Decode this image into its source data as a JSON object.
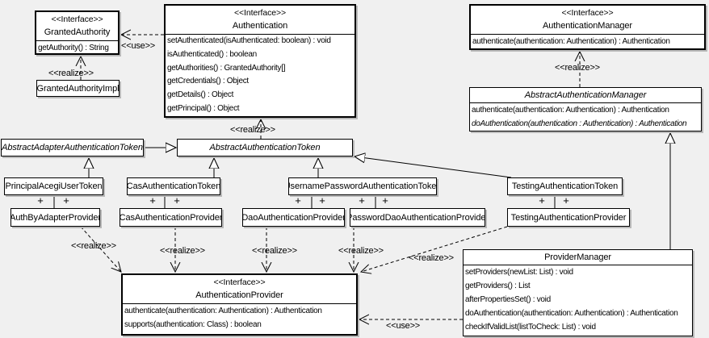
{
  "diagram": {
    "background_color": "#f0f0f0",
    "box_fill": "#ffffff",
    "line_color": "#000000",
    "edge_labels": {
      "realize": "<<realize>>",
      "use": "<<use>>",
      "plus": "+"
    },
    "classes": {
      "granted_authority": {
        "stereotype": "<<Interface>>",
        "name": "GrantedAuthority",
        "methods": [
          "getAuthority() : String"
        ]
      },
      "granted_authority_impl": {
        "name": "GrantedAuthorityImpl"
      },
      "authentication": {
        "stereotype": "<<Interface>>",
        "name": "Authentication",
        "methods": [
          "setAuthenticated(isAuthenticated: boolean) : void",
          "isAuthenticated() : boolean",
          "getAuthorities() : GrantedAuthority[]",
          "getCredentials() : Object",
          "getDetails() : Object",
          "getPrincipal() : Object"
        ]
      },
      "authentication_manager": {
        "stereotype": "<<Interface>>",
        "name": "AuthenticationManager",
        "methods": [
          "authenticate(authentication: Authentication) : Authentication"
        ]
      },
      "abstract_authentication_manager": {
        "name": "AbstractAuthenticationManager",
        "abstract": true,
        "methods": [
          "authenticate(authentication: Authentication) : Authentication",
          "doAuthentication(authentication : Authentication) : Authentication"
        ]
      },
      "abstract_adapter_authentication_token": {
        "name": "AbstractAdapterAuthenticationToken",
        "abstract": true
      },
      "abstract_authentication_token": {
        "name": "AbstractAuthenticationToken",
        "abstract": true
      },
      "principal_acegi_user_token": {
        "name": "PrincipalAcegiUserToken"
      },
      "cas_authentication_token": {
        "name": "CasAuthenticationToken"
      },
      "username_password_authentication_token": {
        "name": "UsernamePasswordAuthenticationToken"
      },
      "testing_authentication_token": {
        "name": "TestingAuthenticationToken"
      },
      "auth_by_adapter_provider": {
        "name": "AuthByAdapterProvider"
      },
      "cas_authentication_provider": {
        "name": "CasAuthenticationProvider"
      },
      "dao_authentication_provider": {
        "name": "DaoAuthenticationProvider"
      },
      "password_dao_authentication_provider": {
        "name": "PasswordDaoAuthenticationProvider"
      },
      "testing_authentication_provider": {
        "name": "TestingAuthenticationProvider"
      },
      "authentication_provider": {
        "stereotype": "<<Interface>>",
        "name": "AuthenticationProvider",
        "methods": [
          "authenticate(authentication: Authentication) : Authentication",
          "supports(authentication: Class) : boolean"
        ]
      },
      "provider_manager": {
        "name": "ProviderManager",
        "methods": [
          "setProviders(newList: List) : void",
          "getProviders() : List",
          "afterPropertiesSet() : void",
          "doAuthentication(authentication: Authentication) : Authentication",
          "checkIfValidList(listToCheck: List) : void"
        ]
      }
    },
    "relationships": [
      {
        "type": "use",
        "from": "Authentication",
        "to": "GrantedAuthority",
        "label": "<<use>>"
      },
      {
        "type": "realize",
        "from": "GrantedAuthorityImpl",
        "to": "GrantedAuthority",
        "label": "<<realize>>"
      },
      {
        "type": "realize",
        "from": "AbstractAuthenticationManager",
        "to": "AuthenticationManager",
        "label": "<<realize>>"
      },
      {
        "type": "realize",
        "from": "AbstractAuthenticationToken",
        "to": "Authentication",
        "label": "<<realize>>"
      },
      {
        "type": "generalization",
        "from": "AbstractAdapterAuthenticationToken",
        "to": "AbstractAuthenticationToken"
      },
      {
        "type": "generalization",
        "from": "PrincipalAcegiUserToken",
        "to": "AbstractAdapterAuthenticationToken"
      },
      {
        "type": "generalization",
        "from": "CasAuthenticationToken",
        "to": "AbstractAuthenticationToken"
      },
      {
        "type": "generalization",
        "from": "UsernamePasswordAuthenticationToken",
        "to": "AbstractAuthenticationToken"
      },
      {
        "type": "generalization",
        "from": "TestingAuthenticationToken",
        "to": "AbstractAuthenticationToken"
      },
      {
        "type": "generalization",
        "from": "ProviderManager",
        "to": "AbstractAuthenticationManager"
      },
      {
        "type": "association",
        "from": "PrincipalAcegiUserToken",
        "to": "AuthByAdapterProvider",
        "end_labels": [
          "+",
          "+"
        ]
      },
      {
        "type": "association",
        "from": "CasAuthenticationToken",
        "to": "CasAuthenticationProvider",
        "end_labels": [
          "+",
          "+"
        ]
      },
      {
        "type": "association",
        "from": "UsernamePasswordAuthenticationToken",
        "to": "DaoAuthenticationProvider",
        "end_labels": [
          "+",
          "+"
        ]
      },
      {
        "type": "association",
        "from": "UsernamePasswordAuthenticationToken",
        "to": "PasswordDaoAuthenticationProvider",
        "end_labels": [
          "+",
          "+"
        ]
      },
      {
        "type": "association",
        "from": "TestingAuthenticationToken",
        "to": "TestingAuthenticationProvider",
        "end_labels": [
          "+",
          "+"
        ]
      },
      {
        "type": "realize",
        "from": "AuthByAdapterProvider",
        "to": "AuthenticationProvider",
        "label": "<<realize>>"
      },
      {
        "type": "realize",
        "from": "CasAuthenticationProvider",
        "to": "AuthenticationProvider",
        "label": "<<realize>>"
      },
      {
        "type": "realize",
        "from": "DaoAuthenticationProvider",
        "to": "AuthenticationProvider",
        "label": "<<realize>>"
      },
      {
        "type": "realize",
        "from": "PasswordDaoAuthenticationProvider",
        "to": "AuthenticationProvider",
        "label": "<<realize>>"
      },
      {
        "type": "realize",
        "from": "TestingAuthenticationProvider",
        "to": "AuthenticationProvider",
        "label": "<<realize>>"
      },
      {
        "type": "use",
        "from": "ProviderManager",
        "to": "AuthenticationProvider",
        "label": "<<use>>"
      }
    ]
  }
}
